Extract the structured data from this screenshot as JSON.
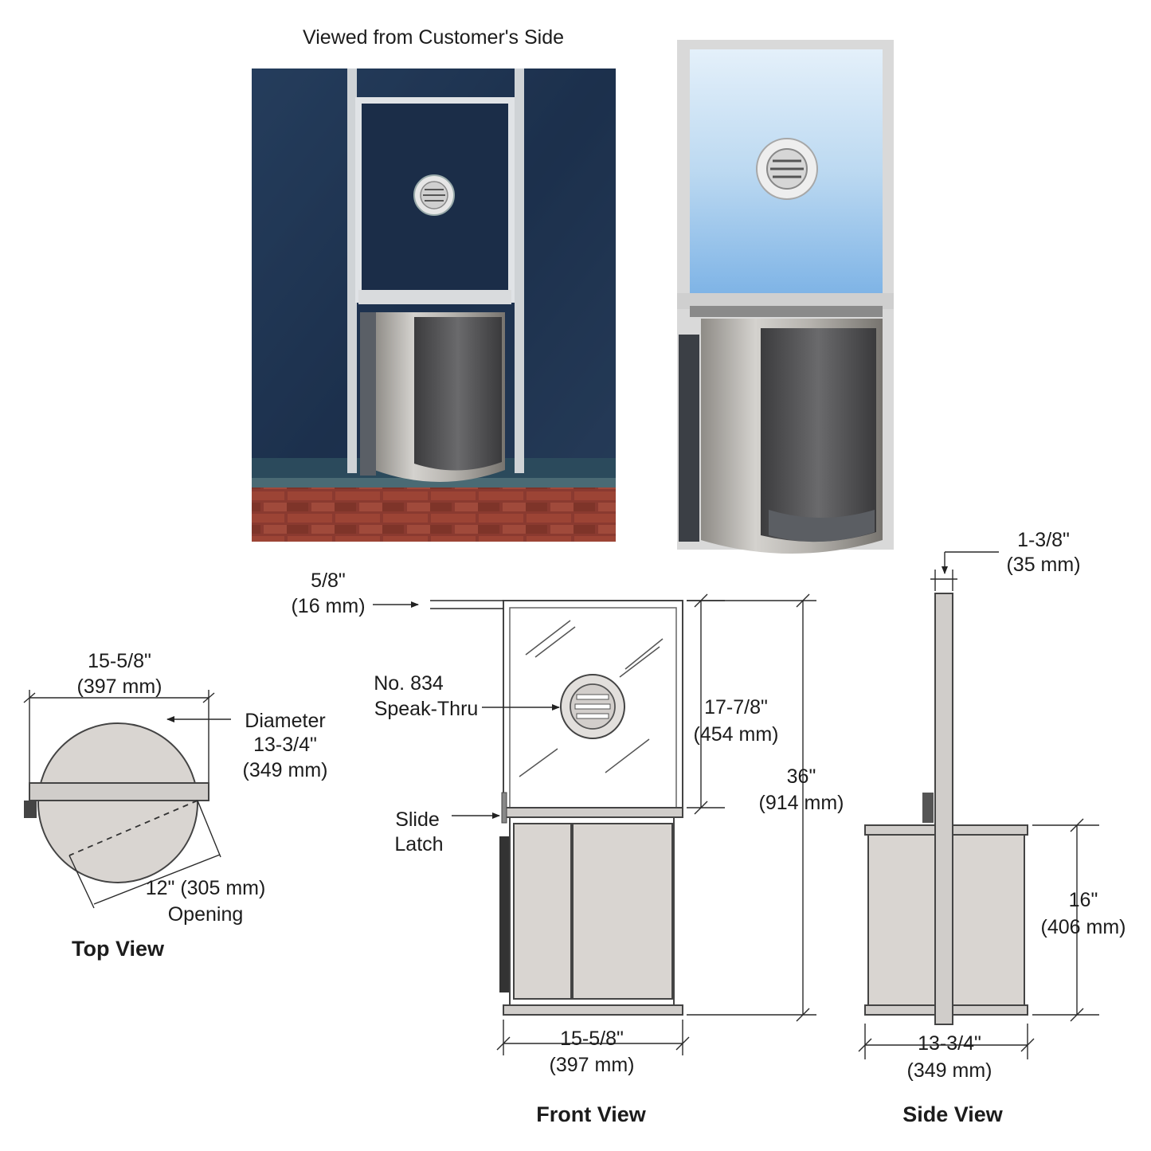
{
  "caption": "Viewed from Customer's Side",
  "views": {
    "top": "Top View",
    "front": "Front View",
    "side": "Side View"
  },
  "dimensions": {
    "frame_depth_in": "1-3/8\"",
    "frame_depth_mm": "(35 mm)",
    "frame_top_in": "5/8\"",
    "frame_top_mm": "(16 mm)",
    "top_width_in": "15-5/8\"",
    "top_width_mm": "(397 mm)",
    "diameter_label": "Diameter",
    "diameter_in": "13-3/4\"",
    "diameter_mm": "(349 mm)",
    "opening_size": "12\" (305 mm)",
    "opening_label": "Opening",
    "glass_height_in": "17-7/8\"",
    "glass_height_mm": "(454 mm)",
    "total_height_in": "36\"",
    "total_height_mm": "(914 mm)",
    "front_width_in": "15-5/8\"",
    "front_width_mm": "(397 mm)",
    "drawer_height_in": "16\"",
    "drawer_height_mm": "(406 mm)",
    "side_width_in": "13-3/4\"",
    "side_width_mm": "(349 mm)"
  },
  "callouts": {
    "speak_thru_1": "No. 834",
    "speak_thru_2": "Speak-Thru",
    "latch_1": "Slide",
    "latch_2": "Latch"
  },
  "colors": {
    "night_glass": "#1d3350",
    "sky_glass": "#bcd9f1",
    "frame": "#d8d8d8",
    "stainless": "#b8b5b0",
    "brick": "#8a3a30",
    "panel_fill": "#d9d5d1"
  }
}
